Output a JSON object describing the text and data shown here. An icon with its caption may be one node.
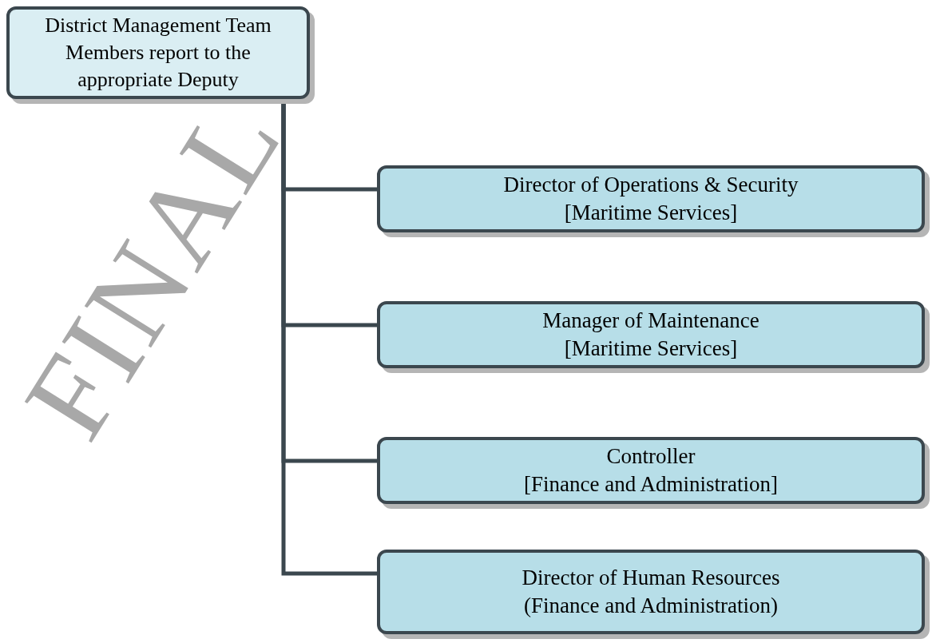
{
  "diagram": {
    "nodes": [
      {
        "text": [
          "District Management Team Members report to the appropriate Deputy"
        ]
      },
      {
        "text": [
          "Director of Operations & Security",
          "[Maritime Services]"
        ]
      },
      {
        "text": [
          "Manager of Maintenance",
          "[Maritime Services]"
        ]
      },
      {
        "text": [
          "Controller",
          "[Finance and Administration]"
        ]
      },
      {
        "text": [
          "Director of Human Resources",
          "(Finance and Administration)"
        ]
      }
    ],
    "edges": [
      {
        "from": 0,
        "to": 1,
        "arrow": "none"
      },
      {
        "from": 0,
        "to": 2,
        "arrow": "none"
      },
      {
        "from": 0,
        "to": 3,
        "arrow": "none"
      },
      {
        "from": 0,
        "to": 4,
        "arrow": "none"
      }
    ],
    "labels": [
      "FINAL"
    ]
  }
}
